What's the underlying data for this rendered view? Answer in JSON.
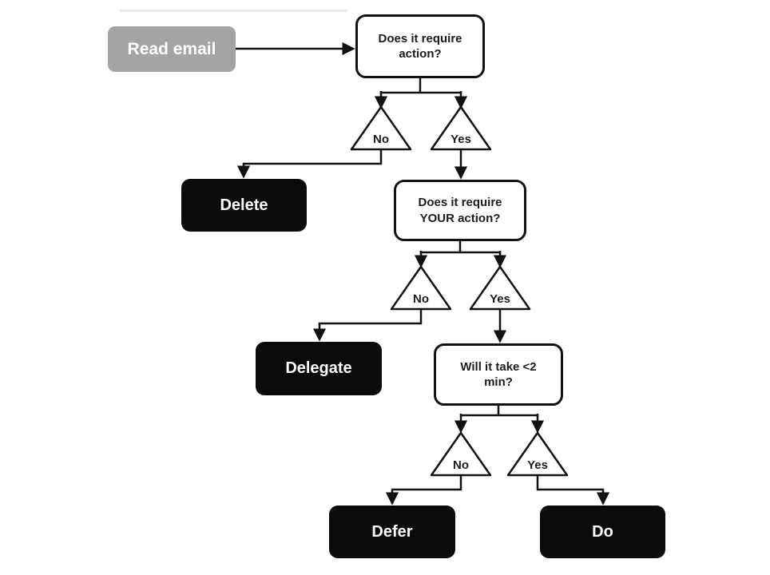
{
  "diagram_type": "flowchart",
  "nodes": {
    "start": {
      "label": "Read email"
    },
    "q1": {
      "label": "Does it require action?"
    },
    "q2": {
      "label": "Does it require YOUR action?"
    },
    "q3": {
      "label": "Will it take <2 min?"
    },
    "delete": {
      "label": "Delete"
    },
    "delegate": {
      "label": "Delegate"
    },
    "defer": {
      "label": "Defer"
    },
    "do": {
      "label": "Do"
    }
  },
  "branches": [
    {
      "no": "No",
      "yes": "Yes"
    },
    {
      "no": "No",
      "yes": "Yes"
    },
    {
      "no": "No",
      "yes": "Yes"
    }
  ],
  "edges": [
    {
      "from": "start",
      "to": "q1"
    },
    {
      "from": "q1",
      "label": "No",
      "to": "delete"
    },
    {
      "from": "q1",
      "label": "Yes",
      "to": "q2"
    },
    {
      "from": "q2",
      "label": "No",
      "to": "delegate"
    },
    {
      "from": "q2",
      "label": "Yes",
      "to": "q3"
    },
    {
      "from": "q3",
      "label": "No",
      "to": "defer"
    },
    {
      "from": "q3",
      "label": "Yes",
      "to": "do"
    }
  ],
  "colors": {
    "start_box_bg": "#a7a3a0",
    "start_box_text": "#ffffff",
    "decision_box_bg": "#ffffff",
    "decision_box_border": "#111111",
    "decision_box_text": "#1c1c1c",
    "action_box_bg": "#0b0b0b",
    "action_box_text": "#ffffff",
    "connector_line": "#111111",
    "background": "#ffffff"
  }
}
